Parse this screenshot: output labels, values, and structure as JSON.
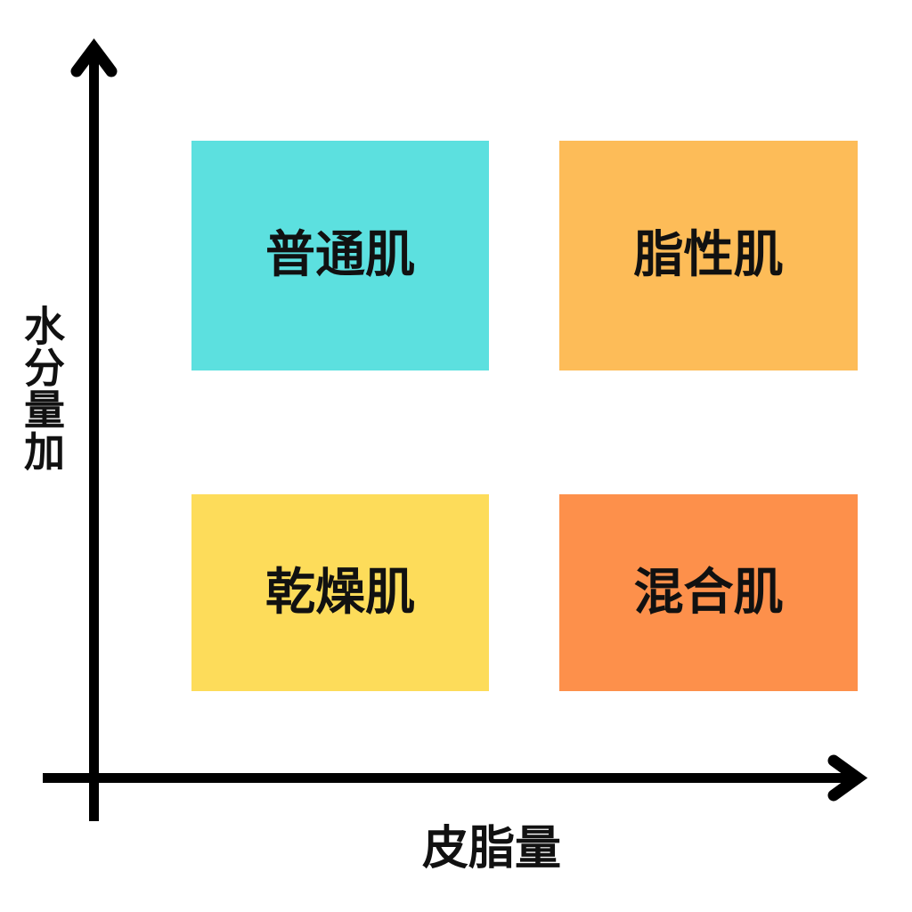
{
  "chart_data": {
    "type": "quadrant-matrix",
    "title": "",
    "x_axis_label": "皮脂量",
    "y_axis_label": "水分量加",
    "axis_color": "#000000",
    "text_color": "#111111",
    "background_color": "#ffffff",
    "quadrants": [
      {
        "position": "top-left",
        "label": "普通肌",
        "color": "#5CE0DF"
      },
      {
        "position": "top-right",
        "label": "脂性肌",
        "color": "#FDBC58"
      },
      {
        "position": "bottom-left",
        "label": "乾燥肌",
        "color": "#FDDC5A"
      },
      {
        "position": "bottom-right",
        "label": "混合肌",
        "color": "#FD904B"
      }
    ]
  }
}
